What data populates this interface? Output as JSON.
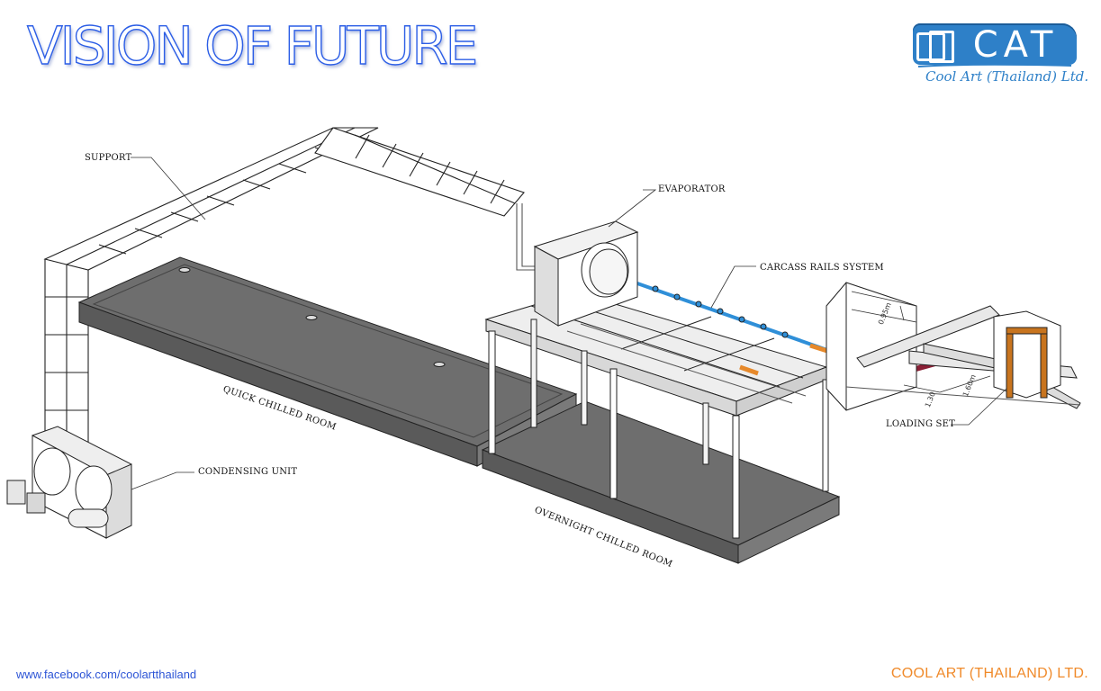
{
  "header": {
    "title": "VISION OF FUTURE"
  },
  "logo": {
    "mark_text": "CAT",
    "company_text": "Cool Art (Thailand) Ltd.",
    "brand_color": "#2e80c8"
  },
  "callouts": {
    "support": "SUPPORT",
    "evaporator": "EVAPORATOR",
    "carcass_rails": "CARCASS RAILS SYSTEM",
    "loading_set": "LOADING SET",
    "condensing_unit": "CONDENSING UNIT"
  },
  "rooms": {
    "quick_chilled": "QUICK CHILLED ROOM",
    "overnight_chilled": "OVERNIGHT CHILLED ROOM"
  },
  "dimensions": {
    "d1": "0.95m",
    "d2": "1.30",
    "d3": "1.60m"
  },
  "footer": {
    "facebook": "www.facebook.com/coolartthailand",
    "company": "COOL ART (THAILAND) LTD."
  },
  "colors": {
    "title_outline": "#2c5ee6",
    "footer_link": "#2d55d6",
    "footer_company": "#f08a2a",
    "rail_blue": "#2f8fd8",
    "rail_orange": "#e6892b",
    "rail_maroon": "#8a1f35",
    "loading_frame": "#c8741e",
    "floor_gray": "#6e6e6e"
  }
}
